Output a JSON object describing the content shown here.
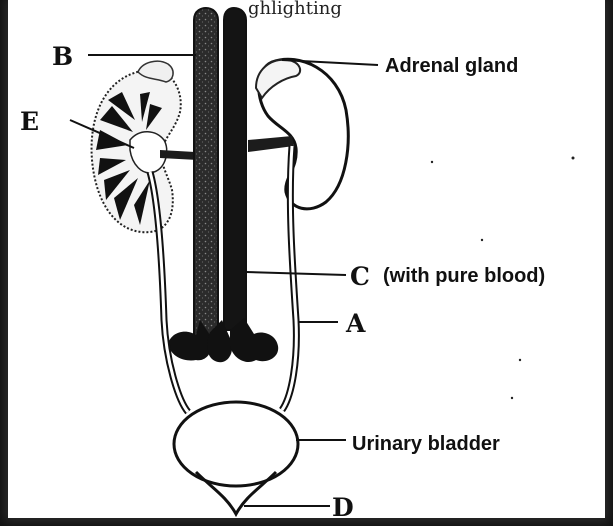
{
  "top_text": "ghlighting",
  "labels": {
    "b": "B",
    "e": "E",
    "adrenal": "Adrenal gland",
    "c": "C",
    "c_note": "(with pure blood)",
    "a": "A",
    "bladder": "Urinary bladder",
    "d": "D"
  },
  "colors": {
    "ink": "#111111",
    "background": "#ffffff",
    "frame": "#111111"
  }
}
